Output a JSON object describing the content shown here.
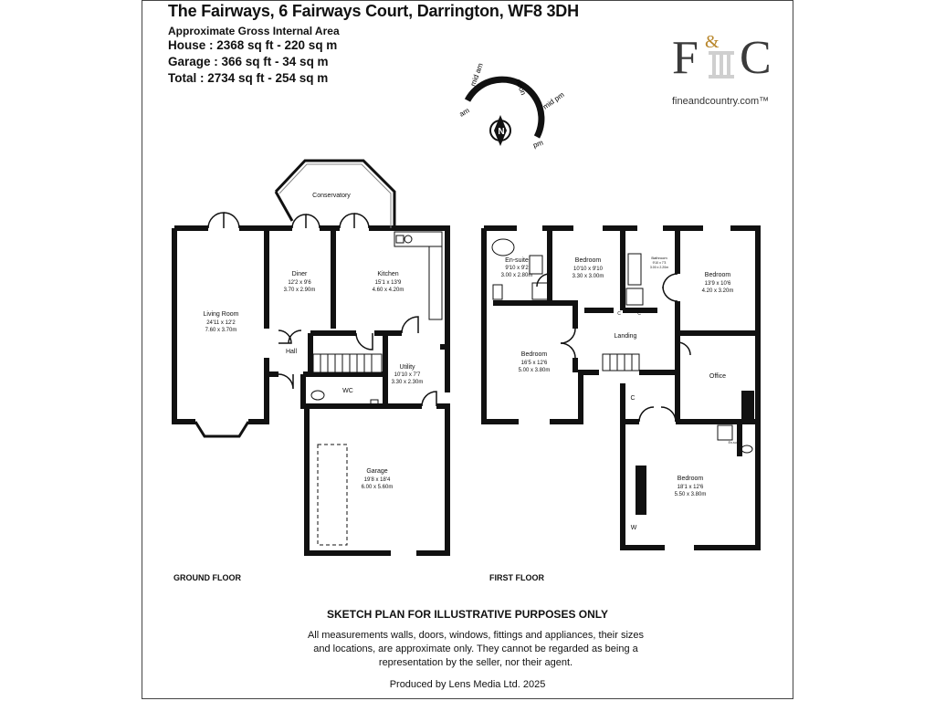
{
  "header": {
    "title": "The Fairways, 6 Fairways Court, Darrington, WF8 3DH",
    "subtitle": "Approximate Gross Internal Area",
    "house": "House : 2368 sq ft - 220 sq m",
    "garage": "Garage : 366 sq ft - 34 sq m",
    "total": "Total : 2734 sq ft - 254 sq m"
  },
  "logo": {
    "url_text": "fineandcountry.com™"
  },
  "compass": {
    "labels": [
      "mid am",
      "noon",
      "mid pm",
      "pm",
      "am"
    ],
    "north": "N"
  },
  "ground_floor": {
    "label": "GROUND FLOOR",
    "rooms": {
      "conservatory": {
        "name": "Conservatory"
      },
      "living": {
        "name": "Living Room",
        "imperial": "24'11 x 12'2",
        "metric": "7.60 x 3.70m"
      },
      "diner": {
        "name": "Diner",
        "imperial": "12'2 x 9'6",
        "metric": "3.70 x 2.90m"
      },
      "kitchen": {
        "name": "Kitchen",
        "imperial": "15'1 x 13'9",
        "metric": "4.60 x 4.20m"
      },
      "hall": {
        "name": "Hall"
      },
      "utility": {
        "name": "Utility",
        "imperial": "10'10 x 7'7",
        "metric": "3.30 x 2.30m"
      },
      "wc": {
        "name": "WC"
      },
      "garage": {
        "name": "Garage",
        "imperial": "19'8 x 18'4",
        "metric": "6.00 x 5.60m"
      }
    }
  },
  "first_floor": {
    "label": "FIRST FLOOR",
    "rooms": {
      "ensuite": {
        "name": "En-suite",
        "imperial": "9'10 x 9'2",
        "metric": "3.00 x 2.80m"
      },
      "bedroom2": {
        "name": "Bedroom",
        "imperial": "10'10 x 9'10",
        "metric": "3.30 x 3.00m"
      },
      "bathroom": {
        "name": "Bathroom",
        "imperial": "9'10 x 7'3",
        "metric": "3.00 x 2.20m"
      },
      "bedroom3": {
        "name": "Bedroom",
        "imperial": "13'9 x 10'6",
        "metric": "4.20 x 3.20m"
      },
      "bedroom1": {
        "name": "Bedroom",
        "imperial": "16'5 x 12'6",
        "metric": "5.00 x 3.80m"
      },
      "landing": {
        "name": "Landing"
      },
      "office": {
        "name": "Office"
      },
      "bedroom4": {
        "name": "Bedroom",
        "imperial": "18'1 x 12'6",
        "metric": "5.50 x 3.80m"
      },
      "cupboard": "C",
      "wardrobe": "W",
      "ensuite2": {
        "name": "En-suite"
      }
    }
  },
  "disclaimer": {
    "title": "SKETCH PLAN FOR ILLUSTRATIVE PURPOSES ONLY",
    "body": "All measurements walls, doors, windows, fittings and appliances, their sizes and locations, are approximate only. They cannot be regarded as being a representation by the seller, nor their agent.",
    "credit": "Produced by Lens Media Ltd. 2025"
  },
  "colors": {
    "wall": "#111111",
    "logo_text": "#333333",
    "logo_gold": "#b8862b"
  }
}
